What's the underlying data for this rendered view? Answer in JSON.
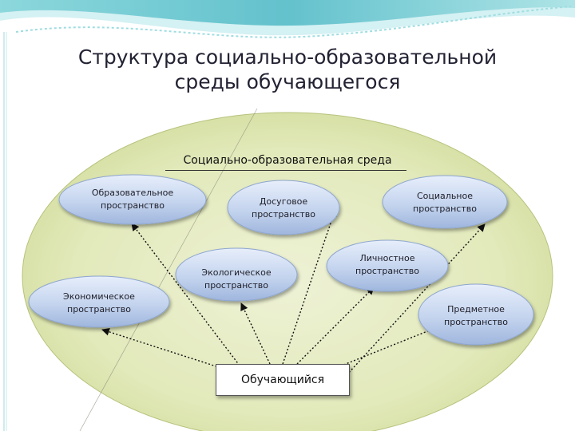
{
  "title_line1": "Структура социально-образовательной",
  "title_line2": "среды обучающегося",
  "environment_label": "Социально-образовательная среда",
  "spaces": {
    "educational": "Образовательное\nпространство",
    "leisure": "Досуговое\nпространство",
    "social": "Социальное\nпространство",
    "ecological": "Экологическое\nпространство",
    "personal": "Личностное\nпространство",
    "economic": "Экономическое\nпространство",
    "subject": "Предметное\nпространство"
  },
  "learner": "Обучающийся",
  "colors": {
    "wave_teal": "#5cc3cc",
    "environment_fill": "#dfe6b4",
    "node_fill": "#c3d4ee"
  }
}
